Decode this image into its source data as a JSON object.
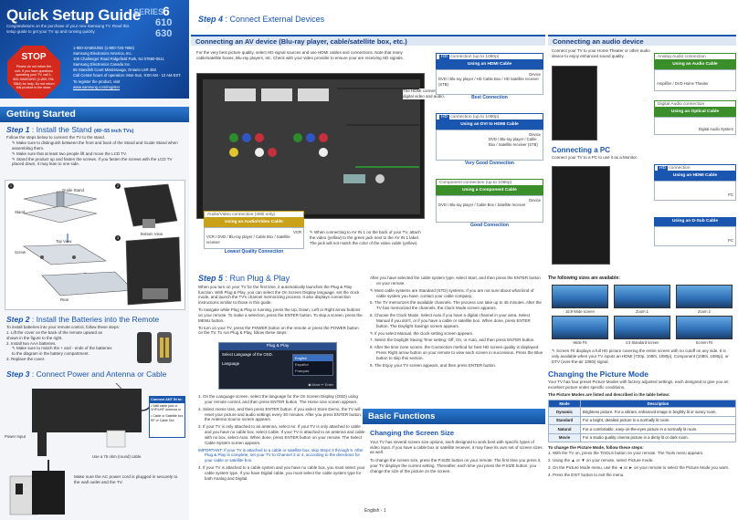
{
  "header": {
    "title": "Quick Setup Guide",
    "series_word": "SERIES",
    "series_num": "6",
    "models": [
      "610",
      "630"
    ],
    "intro": "Congratulations on the purchase of your new Samsung TV. Read this setup guide to get your TV up and running quickly.",
    "stop_title": "STOP",
    "stop_text": "Please do not return the unit. If you have questions operating your TV, call 1-800-SAMSUNG (1-800-726-7864) for help. Do not return this product to the store."
  },
  "contact_lines": [
    "1-800-SAMSUNG (1-800-726-7864)",
    "Samsung Electronics America, Inc.",
    "105 Challenger Road Ridgefield Park, NJ 07660-0511",
    "Samsung Electronics Canada Inc.",
    "55 Standish Court Mississauga, Ontario L5R 4B2",
    "Call Center hours of operation: Mon-Sun, 9:00 AM - 12 AM EST.",
    "To register the product, visit",
    "www.samsung.com/register"
  ],
  "getting_started": "Getting Started",
  "step1": {
    "label": "Step 1",
    "title": "Install the Stand",
    "size": "(40~55 inch TVs)",
    "intro": "Follow the steps below to connect the TV to the stand.",
    "bullets": [
      "Make sure to distinguish between the front and back of the Stand and Guide Stand when assembling them.",
      "Make sure that at least two people lift and move the LCD TV.",
      "Stand the product up and fasten the screws. If you fasten the screws with the LCD TV placed down, it may lean to one side."
    ],
    "fig": {
      "n1": "1",
      "n2": "2",
      "n3": "3",
      "guide_stand": "Guide Stand",
      "stand": "Stand",
      "top_view": "Top View",
      "bottom_view": "Bottom View",
      "screw": "Screw",
      "front": "Front",
      "rear": "Rear"
    }
  },
  "step2": {
    "label": "Step 2",
    "title": "Install the Batteries into the Remote",
    "intro": "To install batteries into your remote control, follow these steps:",
    "items": [
      "1. Lift the cover on the back of the remote upward as shown in the figure to the right.",
      "2. Install two AAA batteries.",
      "3. Replace the cover."
    ],
    "note": "Make sure to match the + and - ends of the batteries to the diagram in the battery compartment."
  },
  "step3": {
    "label": "Step 3",
    "title": "Connect Power and Antenna or Cable",
    "power_input": "Power Input",
    "or": "or",
    "ant_title": "Connect ANT IN to:",
    "ant_items": [
      "Wall cable jack or VHF/UHF Antenna or",
      "Cable or Satellite box RF or Cable Out"
    ],
    "cable_note": "Use a 75 ohm (round) cable.",
    "power_note": "Make sure the AC power cord is plugged in securely to the wall outlet and the TV."
  },
  "step4": {
    "label": "Step 4",
    "title": "Connect External Devices",
    "av_title": "Connecting an AV device (Blu-ray player, cable/satellite box, etc.)",
    "av_intro": "For the very best picture quality, select HD signal sources and use HDMI cables and connections. Note that many cable/satellite boxes, Blu-ray players, etc. Check with your video provider to ensure your are receiving HD signals.",
    "hdmi_note": "The HDMI connection carries digital video and audio.",
    "hd_tag": "HD",
    "hd_res": "connection (up to 1080p)",
    "cards": [
      {
        "title": "Using an HDMI Cable",
        "device_hdr": "Device",
        "device": "DVD / Blu-ray player / HD Cable Box / HD Satellite receiver (STB)",
        "quality": "Best Connection"
      },
      {
        "title": "Using an DVI to HDMI Cable",
        "device_hdr": "Device",
        "device": "DVD / Blu-ray player / Cable Box / Satellite receiver (STB)",
        "quality": "Very Good Connection"
      },
      {
        "title": "Using a Component Cable",
        "tag": "Component",
        "device_hdr": "Device",
        "device": "DVD / Blu-ray player / Cable Box / Satellite receiver",
        "quality": "Good Connection"
      }
    ],
    "av_tag": "Audio/Video",
    "av_res": "connection (480i only)",
    "av_card": {
      "title": "Using an Audio/Video Cable",
      "device": "VCR / DVD / Blu-ray player / Cable Box / Satellite receiver",
      "vcr": "VCR",
      "quality": "Lowest Quality Connection"
    },
    "av_note": "When connecting to AV IN 1 on the back of your TV, attach the video (yellow) to the green jack next to the AV IN 1 label. The jack will not match the color of the video cable (yellow).",
    "audio_title": "Connecting an audio device",
    "audio_intro": "Connect your TV to your Home Theater or other audio device to enjoy enhanced sound quality.",
    "analog_tag": "Analog Audio",
    "analog_res": "connection",
    "analog_card": "Using an Audio Cable",
    "amp": "Amplifier / DVD Home Theater",
    "digital_tag": "Digital Audio",
    "digital_res": "connection",
    "optical_card": "Using an Optical Cable",
    "digital_sys": "Digital Audio System",
    "pc_title": "Connecting a PC",
    "pc_intro": "Connect your TV to a PC to use it as a Monitor.",
    "pc_hd_res": "connection",
    "pc_hdmi": "Using an HDMI Cable",
    "pc_dsub": "Using an D-Sub Cable",
    "pc": "PC"
  },
  "step5": {
    "label": "Step 5",
    "title": "Run Plug & Play",
    "p1": "When you turn on your TV for the first time, it automatically launches the Plug & Play function. With Plug & Play, you can select the On Screen Display language, set the clock mode, and launch the TV's channel memorizing process. It also displays connection instructions similar to those in this guide.",
    "p2": "To navigate while Plug & Play is running, press the Up, Down, Left or Right arrow buttons on your remote. To make a selection, press the ENTER button. To skip a screen, press the MENU button.",
    "p3": "To turn on your TV, press the POWER button on the remote or press the POWER button on the TV. To run Plug & Play, follow these steps:",
    "menu": {
      "title": "Plug & Play",
      "row1": "Select Language of the OSD.",
      "row2": "Language",
      "opts": [
        "English",
        "Español",
        "Français"
      ],
      "move": "Move",
      "enter": "Enter"
    },
    "list": [
      "1. On the Language screen, select the language for the On Screen Display (OSD) using your remote control, and then press ENTER button. The Home Use screen appears.",
      "2. Select Home Use, and then press ENTER button. If you select Store Demo, the TV will reset your picture and audio settings every 30 minutes. After you press ENTER button, the Antenna Source screen appears.",
      "3. If your TV is only attached to an antenna, select Air. If your TV is only attached to cable and you have no cable box, select Cable. If your TV is attached to an antenna and cable with no box, select Auto. When done, press ENTER button on your remote. The Select Cable System screen appears.",
      "IMPORTANT: If your TV is attached to a cable or satellite box, skip Steps 3 through 5. After Plug & Play is complete, set your TV to Channel 3 or 4, according to the directions for your cable or satellite box.",
      "4. If your TV is attached to a cable system and you have no cable box, you must select your cable system type. If you have Digital cable, you must select the cable system type for both Analog and Digital."
    ],
    "list2": [
      "After you have selected the cable system type, select Start, and then press the ENTER button on your remote.",
      "Most cable systems are Standard (STD) systems. If you are not sure about what kind of cable system you have, contact your cable company.",
      "5. The TV memorizes the available channels. The process can take up to 45 minutes. After the TV has memorized the channels, the Clock Mode screen appears.",
      "6. Choose the Clock Mode. Select Auto if you have a digital channel in your area. Select Manual if you don't, or if you have a cable or satellite box. When done, press ENTER button. The Daylight Savings screen appears.",
      "If you select Manual, the clock setting screen appears.",
      "7. Select the Daylight Saving Time setting: Off, On, or Auto, and then press ENTER button.",
      "8. After the time zone screen, the Connection method for best HD screen quality is displayed. Press Right arrow button on your remote to view each screen in succession. Press the Blue button to skip this section.",
      "9. The Enjoy your TV screen appears, and then press ENTER button."
    ]
  },
  "basic": {
    "title": "Basic Functions",
    "screen_title": "Changing the Screen Size",
    "p1": "Your TV has several screen size options, each designed to work best with specific types of video input. If you have a cable box or satellite receiver, it may have its own set of screen sizes as well.",
    "p2": "To change the screen size, press the P.SIZE button on your remote. The first time you press it, your TV displays the current setting. Thereafter, each time you press the P.SIZE button, you change the size of the picture on the screen."
  },
  "sizes": {
    "title": "The following sizes are available:",
    "labels": [
      "16:9 Wide screen",
      "Zoom 1",
      "Zoom 2",
      "Wide Fit",
      "4:3 Standard screen",
      "Screen Fit"
    ],
    "note": "Screen Fit displays a full HD picture covering the entire screen with no cutoff on any side. It is only available when your TV inputs an HDMI (720p, 1080i, 1080p), Component (1080i, 1080p), or DTV (over-the-air 1080i) signal."
  },
  "picture": {
    "title": "Changing the Picture Mode",
    "intro": "Your TV has four preset Picture Modes with factory adjusted settings, each designed to give you an excellent picture under specific conditions.",
    "table_caption": "The Picture Modes are listed and described in the table below:",
    "headers": [
      "Mode",
      "Description"
    ],
    "rows": [
      [
        "Dynamic",
        "Brightens picture. For a vibrant, enhanced image in brightly lit or sunny room."
      ],
      [
        "Standard",
        "For a bright, detailed picture in a normally lit room."
      ],
      [
        "Natural",
        "For a comfortable, easy-on-the-eyes picture in a normally lit room."
      ],
      [
        "Movie",
        "For a studio quality cinema picture in a dimly lit or dark room."
      ]
    ],
    "steps_title": "To change the Picture Mode, follow these steps:",
    "steps": [
      "1. With the TV on, press the TOOLS button on your remote. The Tools menu appears.",
      "2. Using the ▲ or ▼ on your remote, select Picture mode.",
      "3. On the Picture Mode menu, use the ◄ or ► on your remote to select the Picture Mode you want.",
      "4. Press the EXIT button to exit the menu."
    ]
  },
  "footer": "English - 1"
}
